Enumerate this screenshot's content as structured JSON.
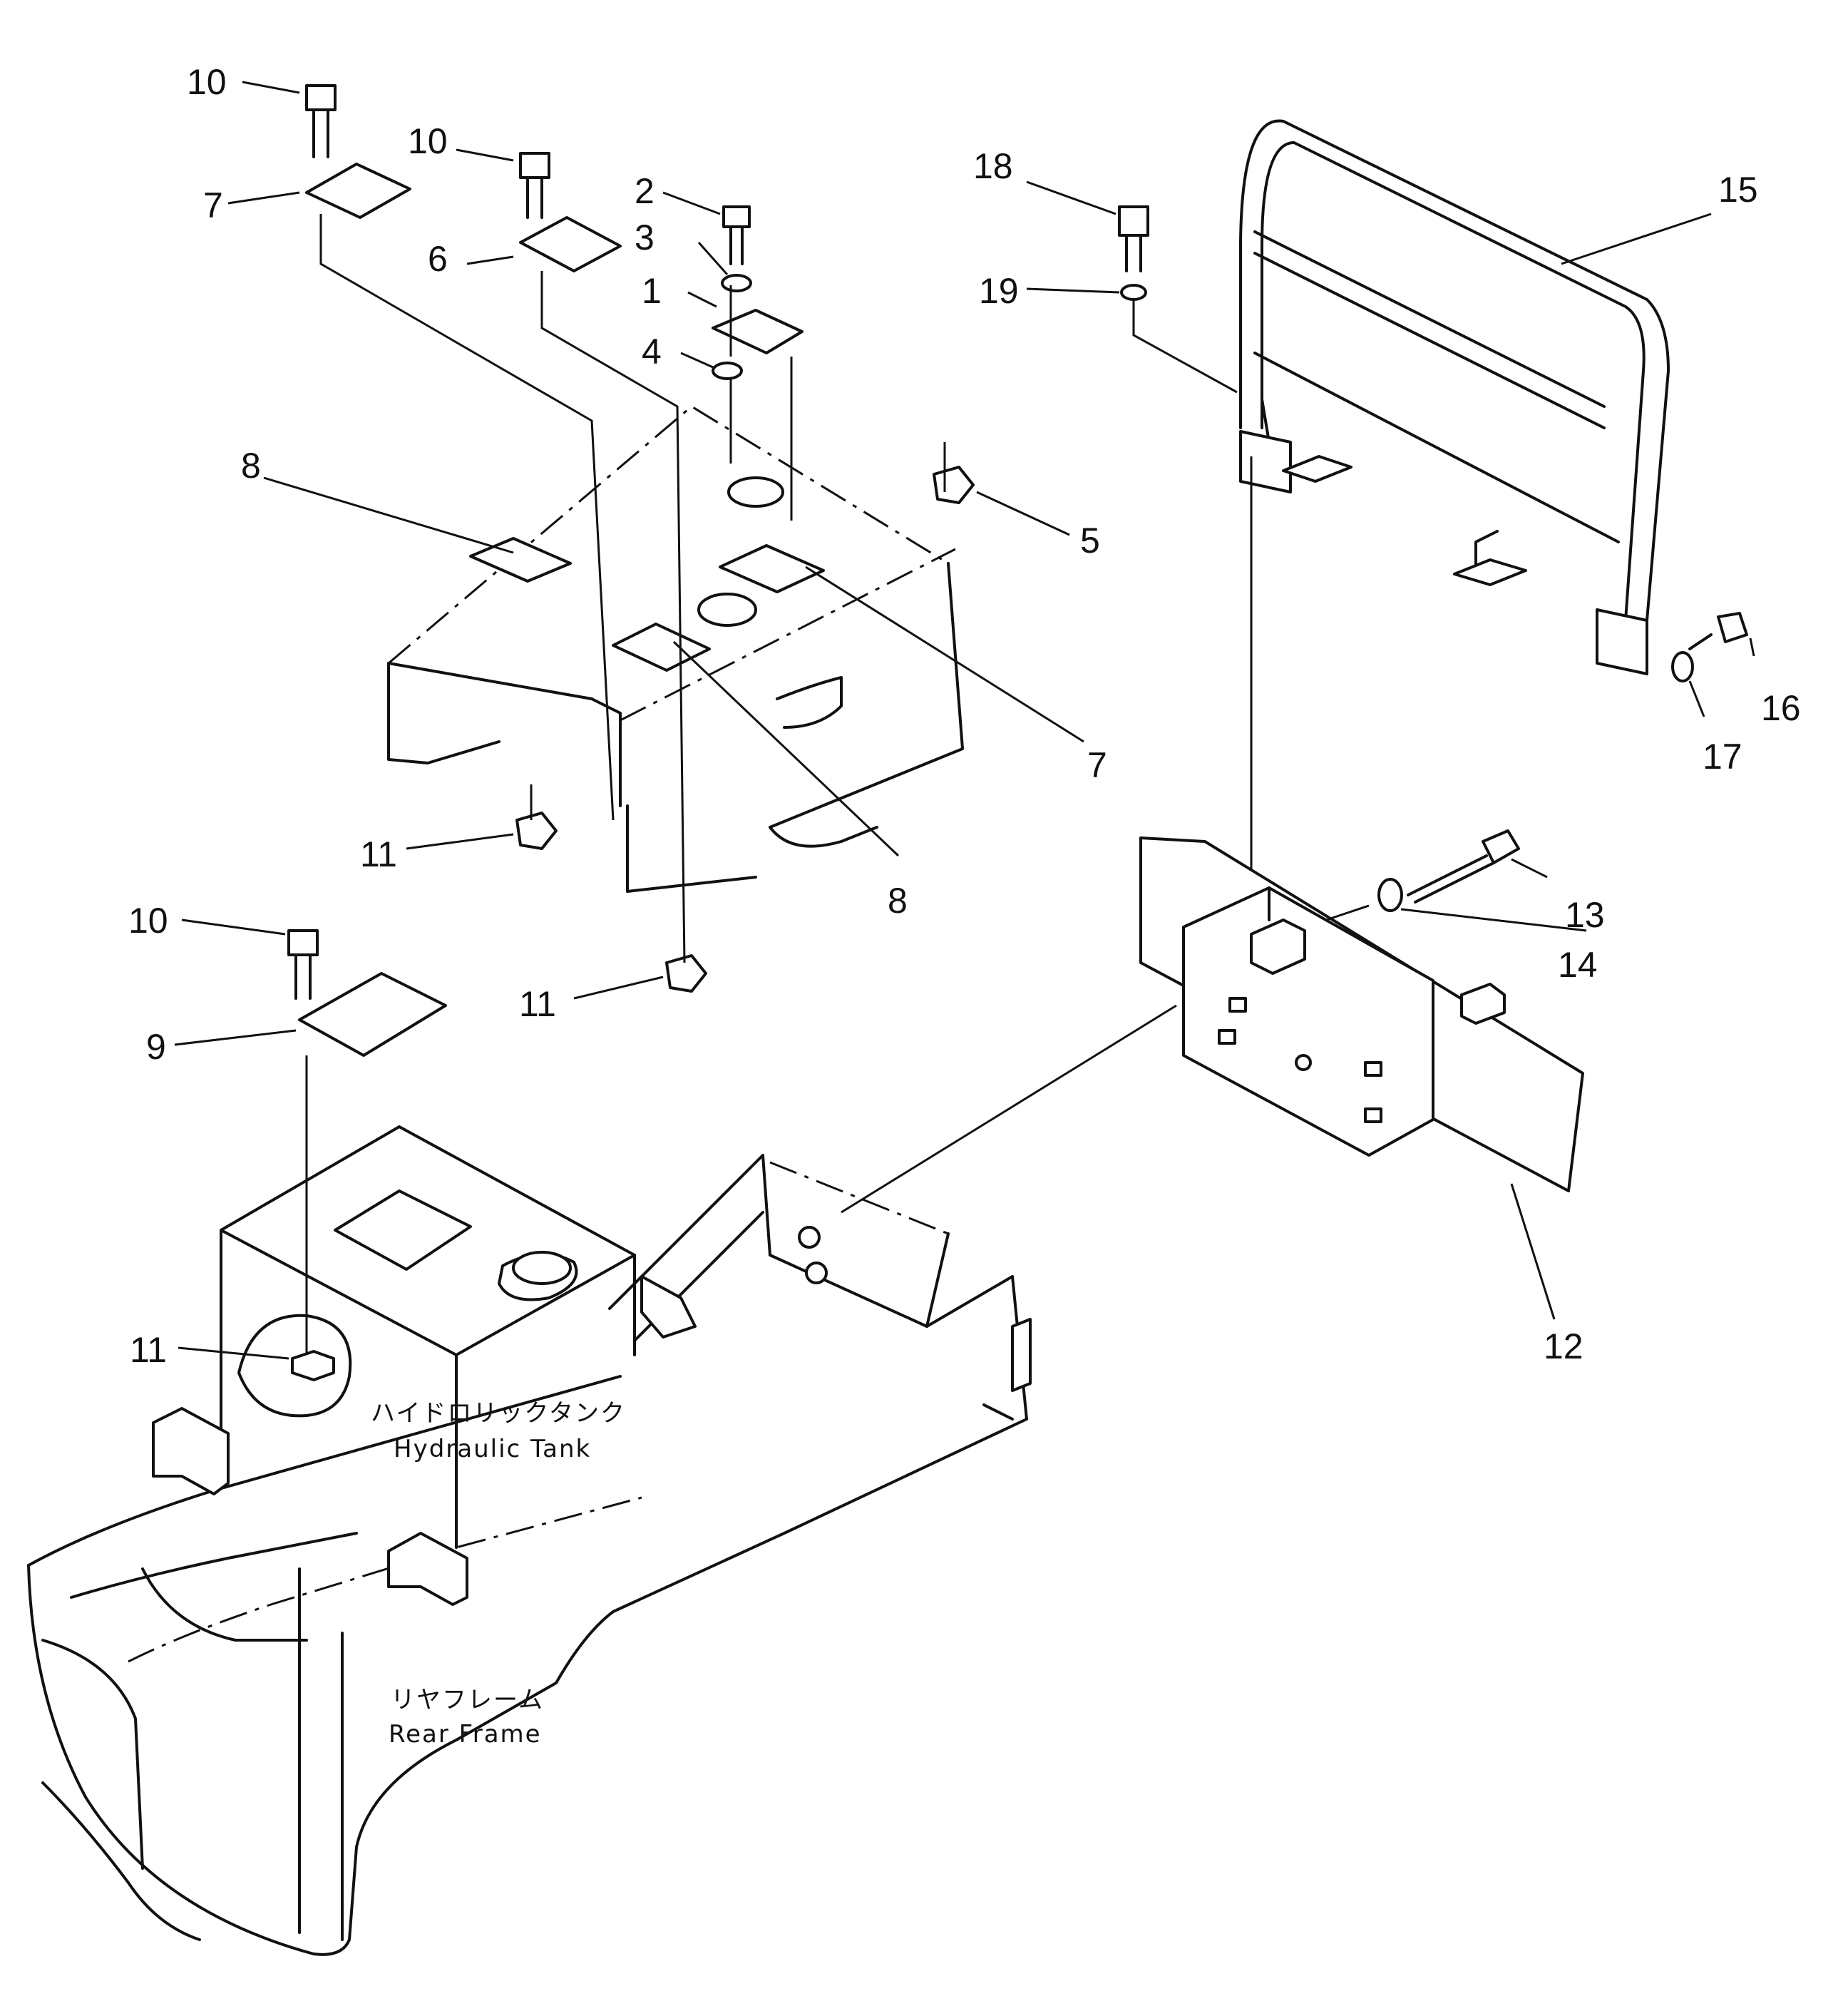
{
  "callouts": [
    {
      "id": "c10a",
      "text": "10"
    },
    {
      "id": "c10b",
      "text": "10"
    },
    {
      "id": "c7a",
      "text": "7"
    },
    {
      "id": "c6",
      "text": "6"
    },
    {
      "id": "c2",
      "text": "2"
    },
    {
      "id": "c3",
      "text": "3"
    },
    {
      "id": "c1",
      "text": "1"
    },
    {
      "id": "c4",
      "text": "4"
    },
    {
      "id": "c8a",
      "text": "8"
    },
    {
      "id": "c5",
      "text": "5"
    },
    {
      "id": "c7b",
      "text": "7"
    },
    {
      "id": "c8b",
      "text": "8"
    },
    {
      "id": "c11a",
      "text": "11"
    },
    {
      "id": "c11b",
      "text": "11"
    },
    {
      "id": "c10c",
      "text": "10"
    },
    {
      "id": "c9",
      "text": "9"
    },
    {
      "id": "c11c",
      "text": "11"
    },
    {
      "id": "c18",
      "text": "18"
    },
    {
      "id": "c19",
      "text": "19"
    },
    {
      "id": "c15",
      "text": "15"
    },
    {
      "id": "c16",
      "text": "16"
    },
    {
      "id": "c17",
      "text": "17"
    },
    {
      "id": "c13",
      "text": "13"
    },
    {
      "id": "c14",
      "text": "14"
    },
    {
      "id": "c12",
      "text": "12"
    }
  ],
  "labels": {
    "hydraulic_tank_jp": "ハイドロリックタンク",
    "hydraulic_tank_en": "Hydraulic Tank",
    "rear_frame_jp": "リヤフレーム",
    "rear_frame_en": "Rear Frame"
  }
}
